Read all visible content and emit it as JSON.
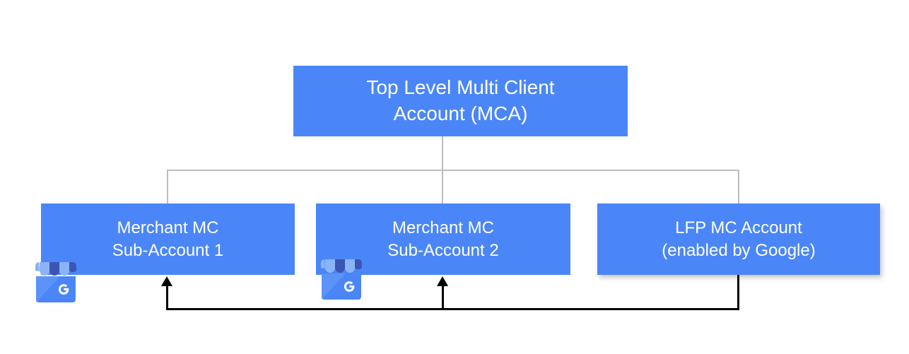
{
  "diagram": {
    "title": "Top Level Multi Client Account (MCA) hierarchy",
    "colors": {
      "node_fill": "#4a86f7",
      "node_text": "#ffffff",
      "tree_connector": "#bdbdbd",
      "flow_arrow": "#000000",
      "background": "#ffffff",
      "icon_awning_light": "#8ab4f8",
      "icon_awning_dark": "#3c54b4",
      "icon_body": "#4a86f7"
    },
    "nodes": [
      {
        "id": "root",
        "lines": [
          "Top Level Multi Client",
          "Account (MCA)"
        ]
      },
      {
        "id": "sub1",
        "lines": [
          "Merchant MC",
          "Sub-Account 1"
        ],
        "icon": "google-my-business-storefront-icon"
      },
      {
        "id": "sub2",
        "lines": [
          "Merchant MC",
          "Sub-Account 2"
        ],
        "icon": "google-my-business-storefront-icon"
      },
      {
        "id": "lfp",
        "lines": [
          "LFP MC Account",
          "(enabled by Google)"
        ]
      }
    ],
    "icon_letter": "G"
  }
}
